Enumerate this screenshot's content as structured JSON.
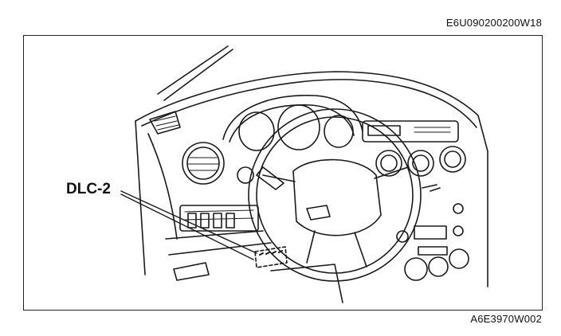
{
  "codes": {
    "top": "E6U090200200W18",
    "bottom": "A6E3970W002"
  },
  "callout": {
    "label": "DLC-2"
  }
}
